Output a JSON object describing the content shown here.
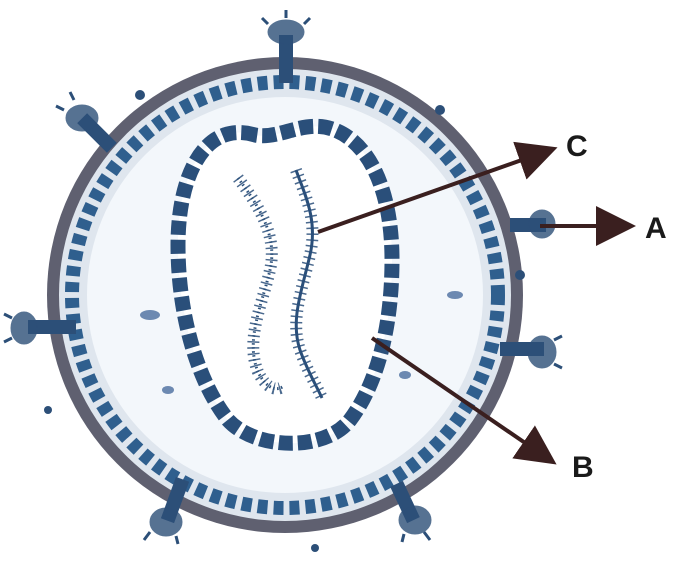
{
  "labels": {
    "a": "A",
    "b": "B",
    "c": "C"
  },
  "colors": {
    "envelope": "#5f6070",
    "matrix": "#2f5f8e",
    "interior": "#f3f7fb",
    "core": "#2a4f7a",
    "spike": "#2c4f78",
    "arrow": "#3a1f1f"
  }
}
